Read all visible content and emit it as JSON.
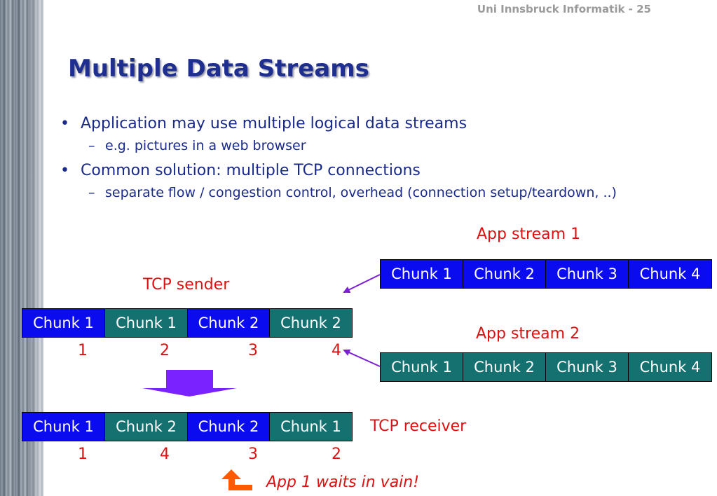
{
  "header": {
    "right_text": "Uni Innsbruck Informatik - 25"
  },
  "slide": {
    "title": "Multiple Data Streams"
  },
  "bullets": [
    {
      "text": "Application may use multiple logical data streams",
      "sub": "e.g. pictures in a web browser"
    },
    {
      "text": "Common solution: multiple TCP connections",
      "sub": "separate flow / congestion control, overhead (connection setup/teardown, ..)"
    }
  ],
  "labels": {
    "app_stream_1": "App stream 1",
    "app_stream_2": "App stream 2",
    "tcp_sender": "TCP sender",
    "tcp_receiver": "TCP receiver",
    "waits": "App 1 waits in vain!"
  },
  "app_stream_1_chunks": [
    "Chunk 1",
    "Chunk 2",
    "Chunk 3",
    "Chunk 4"
  ],
  "app_stream_2_chunks": [
    "Chunk 1",
    "Chunk 2",
    "Chunk 3",
    "Chunk 4"
  ],
  "sender_chunks": [
    "Chunk 1",
    "Chunk 1",
    "Chunk 2",
    "Chunk 2"
  ],
  "sender_numbers": [
    "1",
    "2",
    "3",
    "4"
  ],
  "receiver_chunks": [
    "Chunk 1",
    "Chunk 2",
    "Chunk 2",
    "Chunk 1"
  ],
  "receiver_numbers": [
    "1",
    "4",
    "3",
    "2"
  ],
  "colors": {
    "stream1": "#0b0bf0",
    "stream2": "#157070",
    "label_red": "#dd1111",
    "arrow_purple": "#7a1fd6",
    "big_arrow": "#7a22ff",
    "wait_arrow": "#ff5a00"
  }
}
